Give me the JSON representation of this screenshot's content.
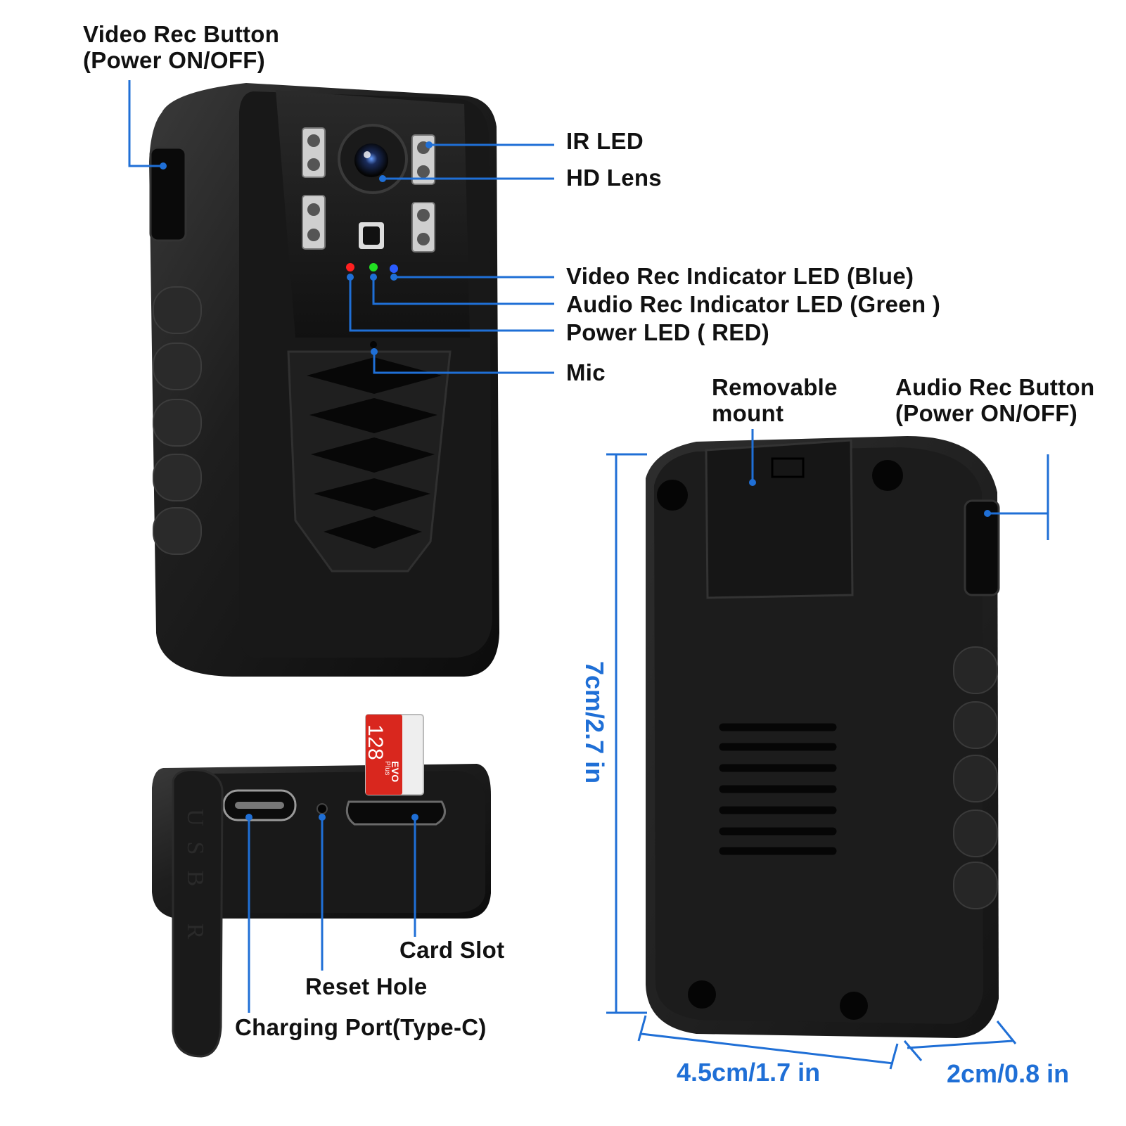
{
  "labels": {
    "video_rec_button_line1": "Video Rec Button",
    "video_rec_button_line2": "(Power ON/OFF)",
    "ir_led": "IR LED",
    "hd_lens": "HD Lens",
    "video_rec_led": "Video Rec Indicator LED (Blue)",
    "audio_rec_led": "Audio Rec Indicator  LED (Green )",
    "power_led": "Power LED ( RED)",
    "mic": "Mic",
    "removable_mount_line1": "Removable",
    "removable_mount_line2": "mount",
    "audio_rec_button_line1": "Audio Rec Button",
    "audio_rec_button_line2": "(Power ON/OFF)",
    "card_slot": "Card Slot",
    "reset_hole": "Reset Hole",
    "charging_port": "Charging Port(Type-C)"
  },
  "dimensions": {
    "height": "7cm/2.7 in",
    "width": "4.5cm/1.7 in",
    "depth": "2cm/0.8 in"
  },
  "sd_card": {
    "capacity": "128",
    "brand": "EVO",
    "sub": "Plus"
  },
  "port_cover_text": "USB R",
  "colors": {
    "callout_line": "#1f6fd6",
    "dimension_text": "#1f6fd6",
    "body": "#1b1b1b",
    "led_red": "#ff2020",
    "led_green": "#22e022",
    "led_blue": "#2a5cff",
    "card_red": "#d9271e"
  }
}
